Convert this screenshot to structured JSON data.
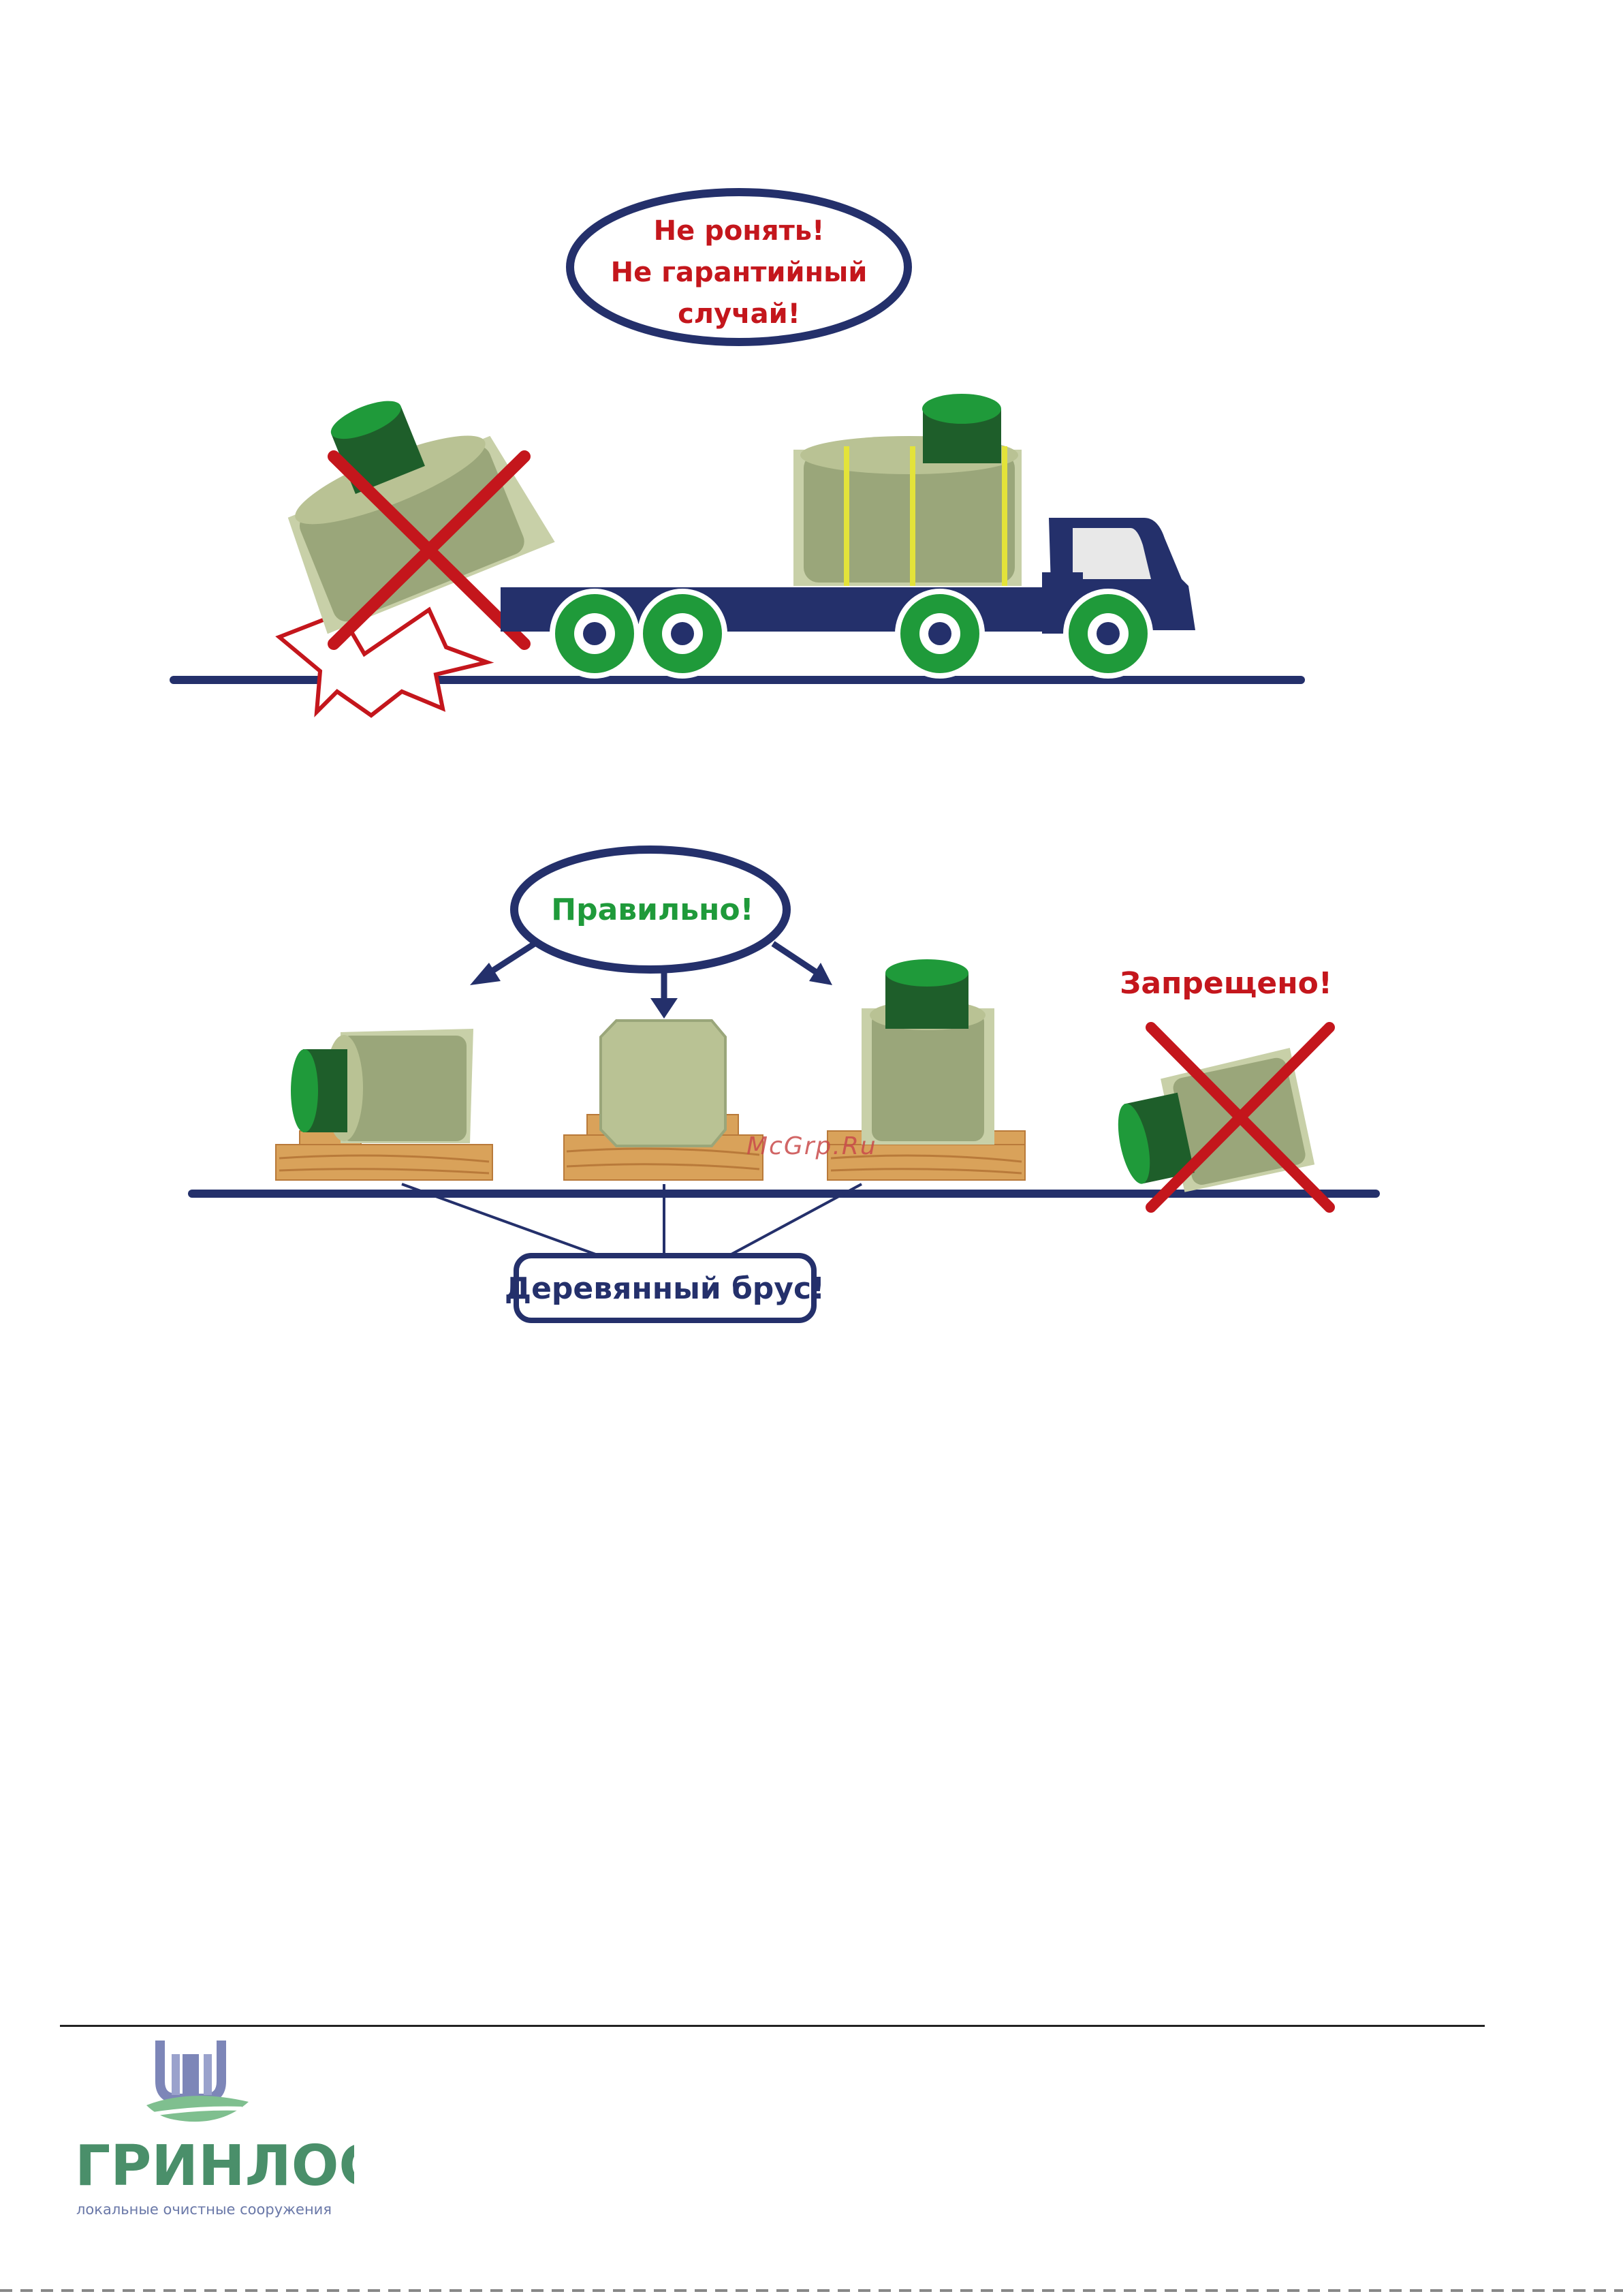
{
  "top_illustration": {
    "bubble_lines": [
      "Не ронять!",
      "Не гарантийный",
      "случай!"
    ]
  },
  "bottom_illustration": {
    "correct_label": "Правильно!",
    "forbidden_label": "Запрещено!",
    "timber_label": "Деревянный брус!"
  },
  "watermark": "McGrp.Ru",
  "logo": {
    "name": "ГРИНЛОС",
    "tagline": "локальные очистные сооружения"
  },
  "colors": {
    "navy": "#24306b",
    "red": "#c4161c",
    "green": "#1f9a3a",
    "dark_green": "#1e5e2a",
    "tank": "#9aa67a",
    "tank_light": "#c8d0a8",
    "wood": "#d9a25a"
  }
}
